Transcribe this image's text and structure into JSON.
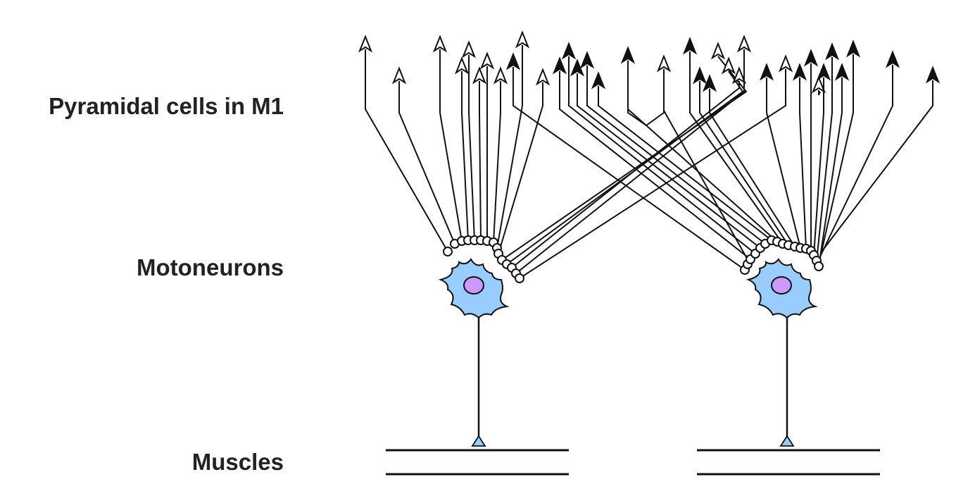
{
  "labels": {
    "pyramidal": "Pyramidal cells in M1",
    "motoneurons": "Motoneurons",
    "muscles": "Muscles"
  },
  "colors": {
    "line": "#111111",
    "soma_fill": "#99ccff",
    "nucleus_fill": "#cc99ff",
    "terminal_fill": "#ffffff",
    "nmj_fill": "#99ccff",
    "text": "#222222"
  },
  "legend_semantics": {
    "open_arrow": "pyramidal-cell-projecting-to-left-motoneuron",
    "filled_arrow": "pyramidal-cell-projecting-to-right-motoneuron"
  }
}
